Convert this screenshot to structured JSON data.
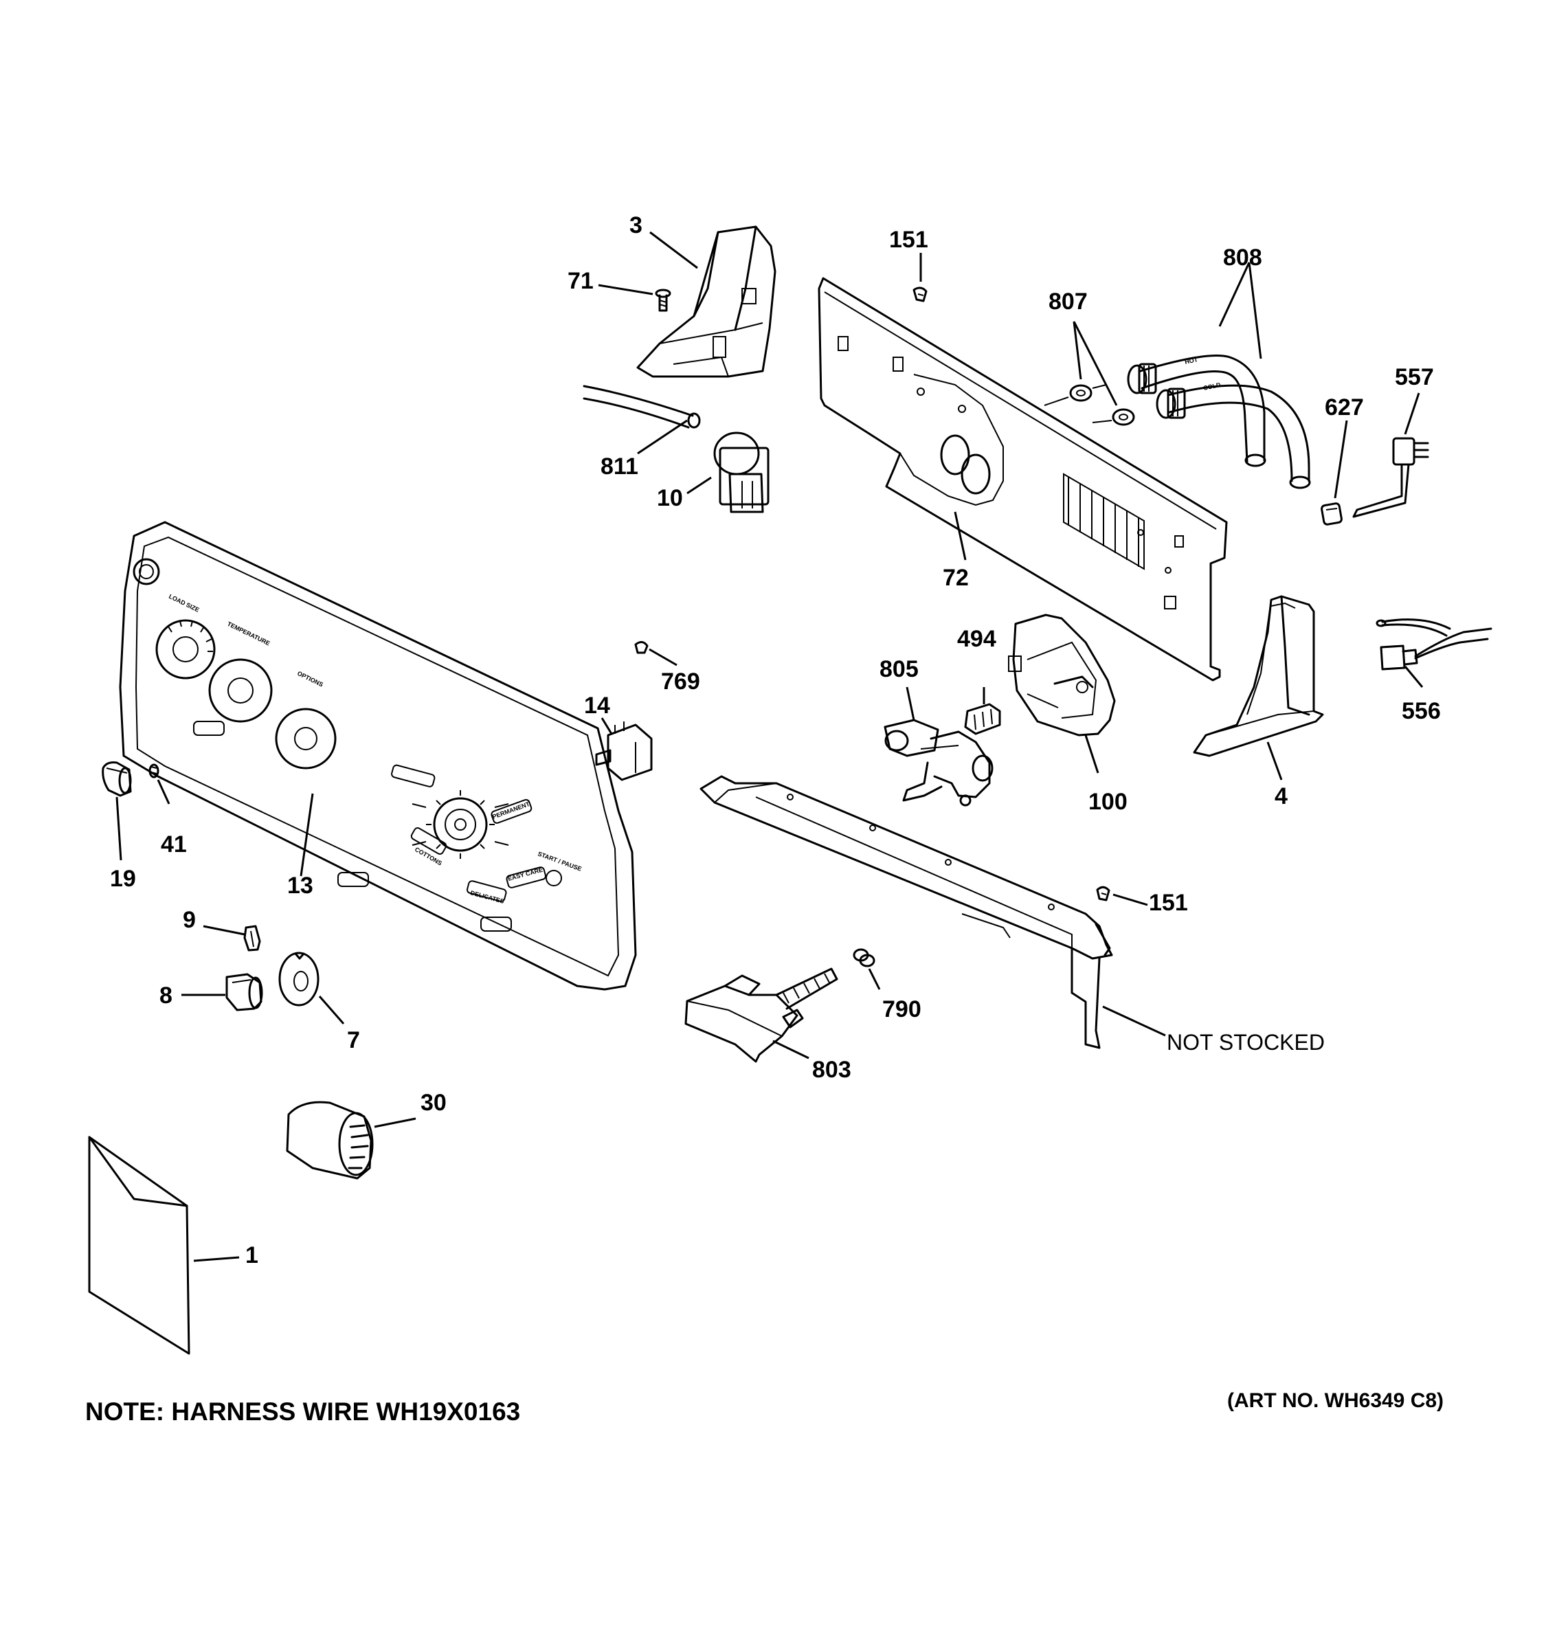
{
  "callouts": {
    "p1": "1",
    "p3": "3",
    "p4": "4",
    "p7": "7",
    "p8": "8",
    "p9": "9",
    "p10": "10",
    "p13": "13",
    "p14": "14",
    "p19": "19",
    "p30": "30",
    "p41": "41",
    "p71": "71",
    "p72": "72",
    "p100": "100",
    "p151a": "151",
    "p151b": "151",
    "p494": "494",
    "p556": "556",
    "p557": "557",
    "p627": "627",
    "p769": "769",
    "p790": "790",
    "p803": "803",
    "p805": "805",
    "p807": "807",
    "p808": "808",
    "p811": "811",
    "not_stocked": "NOT STOCKED"
  },
  "panel_text": {
    "load_size": "LOAD SIZE",
    "temperature": "TEMPERATURE",
    "options": "OPTIONS",
    "start_pause": "START / PAUSE",
    "cottons": "COTTONS",
    "permanent": "PERMANENT",
    "delicates": "DELICATES",
    "easy_care": "EASY CARE",
    "hose_hot": "HOT",
    "hose_cold": "COLD"
  },
  "note": "NOTE: HARNESS WIRE WH19X0163",
  "art_no": "(ART NO. WH6349 C8)"
}
